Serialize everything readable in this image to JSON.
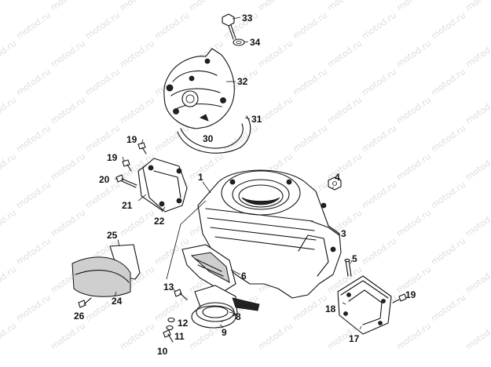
{
  "watermark_text": "motod.ru",
  "callouts": [
    {
      "id": "1",
      "text": "1"
    },
    {
      "id": "3",
      "text": "3"
    },
    {
      "id": "4",
      "text": "4"
    },
    {
      "id": "5",
      "text": "5"
    },
    {
      "id": "6",
      "text": "6"
    },
    {
      "id": "8",
      "text": "8"
    },
    {
      "id": "9",
      "text": "9"
    },
    {
      "id": "10",
      "text": "10"
    },
    {
      "id": "11",
      "text": "11"
    },
    {
      "id": "12",
      "text": "12"
    },
    {
      "id": "13",
      "text": "13"
    },
    {
      "id": "17",
      "text": "17"
    },
    {
      "id": "18",
      "text": "18"
    },
    {
      "id": "19a",
      "text": "19"
    },
    {
      "id": "19b",
      "text": "19"
    },
    {
      "id": "19c",
      "text": "19"
    },
    {
      "id": "20",
      "text": "20"
    },
    {
      "id": "21",
      "text": "21"
    },
    {
      "id": "22",
      "text": "22"
    },
    {
      "id": "24",
      "text": "24"
    },
    {
      "id": "25",
      "text": "25"
    },
    {
      "id": "26",
      "text": "26"
    },
    {
      "id": "30",
      "text": "30"
    },
    {
      "id": "31",
      "text": "31"
    },
    {
      "id": "32",
      "text": "32"
    },
    {
      "id": "33",
      "text": "33"
    },
    {
      "id": "34",
      "text": "34"
    }
  ]
}
